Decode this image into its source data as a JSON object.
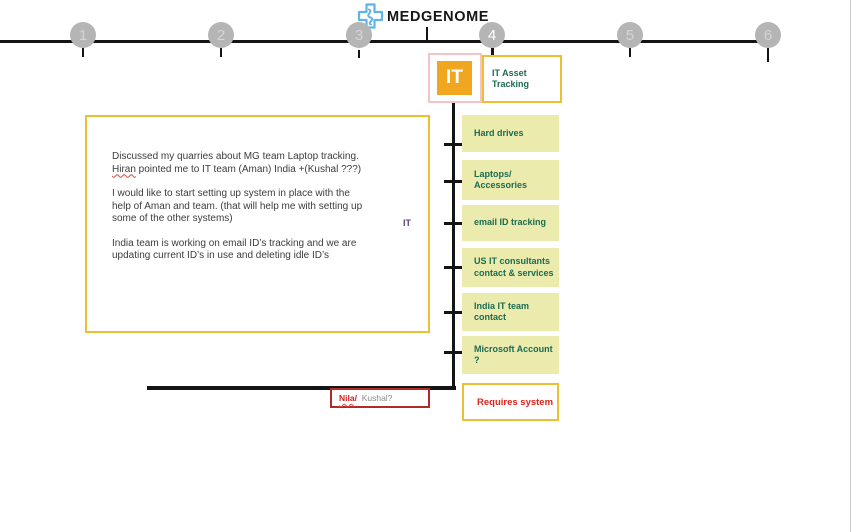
{
  "logo": {
    "text": "MEDGENOME"
  },
  "timeline": {
    "active_step": "4",
    "steps": [
      {
        "label": "1"
      },
      {
        "label": "2"
      },
      {
        "label": "3"
      },
      {
        "label": "4"
      },
      {
        "label": "5"
      },
      {
        "label": "6"
      }
    ]
  },
  "it_header": {
    "icon_text": "IT",
    "label": "IT Asset Tracking"
  },
  "notes": [
    {
      "text": "Hard drives"
    },
    {
      "text": "Laptops/ Accessories"
    },
    {
      "text": "email ID tracking"
    },
    {
      "text": "US IT consultants contact & services"
    },
    {
      "text": "India IT team contact"
    },
    {
      "text": "Microsoft Account ?"
    }
  ],
  "note_box": {
    "para1_pre": "Discussed my quarries about MG team Laptop tracking. ",
    "para1_misspelled": "Hiran",
    "para1_post": " pointed me to IT team (Aman) India +(Kushal ???)",
    "para2": "I would like to start setting up system in place with the help of Aman and team. (that will help me with setting up some of the other systems)",
    "para3": "India team is working on email ID’s tracking and we are updating current ID’s in use and deleting idle ID’s",
    "side_label": "IT"
  },
  "owner_box": {
    "misspelled": "Nila",
    "slash": "/",
    "rest": "  Kushal?"
  },
  "requires_box": {
    "text": "Requires system"
  },
  "colors": {
    "note_bg": "#ecebae",
    "note_text": "#1b6b52",
    "accent_yellow": "#edbf32",
    "accent_pink": "#f6c3c6",
    "icon_orange": "#f0a71f",
    "alert_red": "#e0231c",
    "timeline_gray": "#b5b5b5",
    "logo_blue": "#5fb3e6"
  }
}
